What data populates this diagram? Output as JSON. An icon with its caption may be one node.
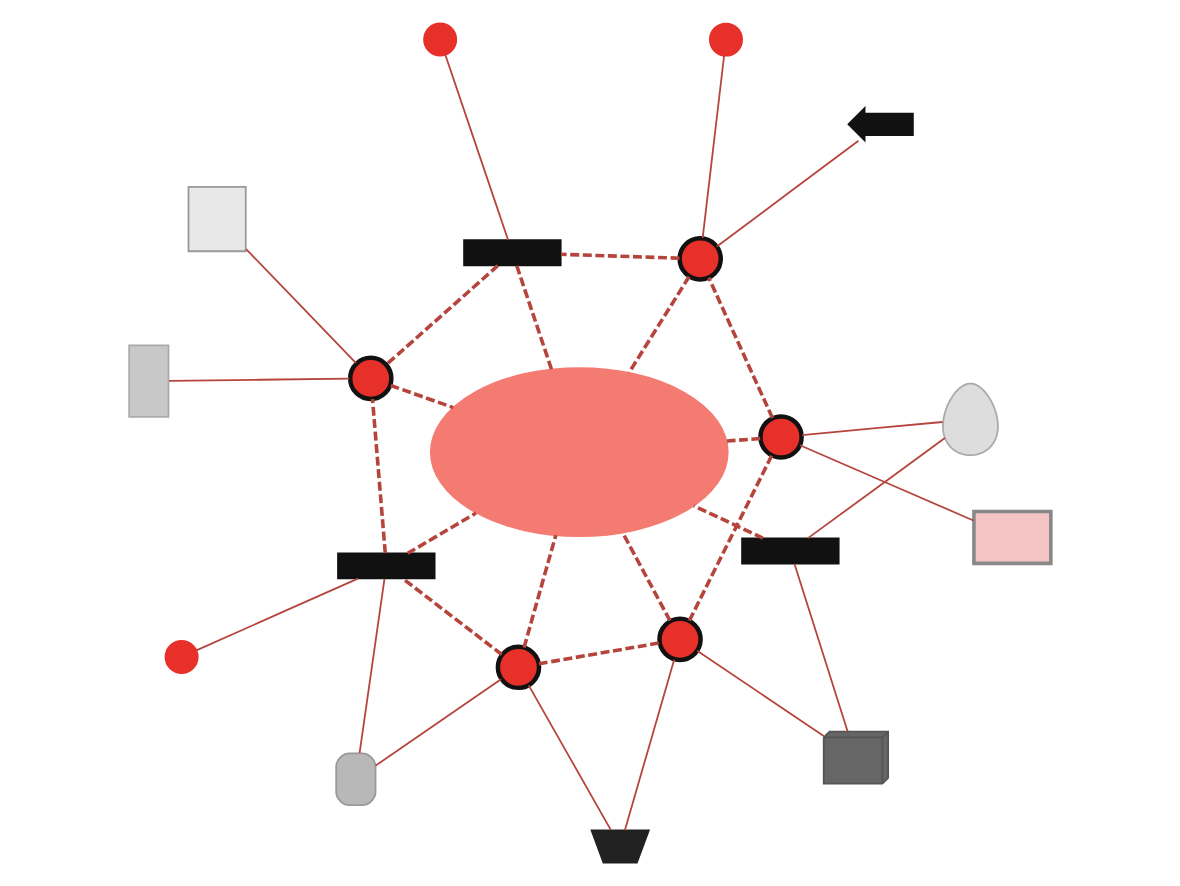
{
  "diagram": {
    "nodes": [
      {
        "text": [],
        "shape": "camera"
      },
      {
        "text": [],
        "shape": "thermostat"
      },
      {
        "text": [],
        "shape": "circle"
      },
      {
        "text": [],
        "shape": "radiator"
      },
      {
        "text": [],
        "shape": "circle"
      },
      {
        "text": [],
        "shape": "router"
      },
      {
        "text": [],
        "shape": "dot"
      },
      {
        "text": [],
        "shape": "cloud"
      },
      {
        "text": [],
        "shape": "router"
      },
      {
        "text": [],
        "shape": "bulb"
      },
      {
        "text": [],
        "shape": "fridge"
      },
      {
        "text": [],
        "shape": "circle"
      },
      {
        "text": [],
        "shape": "circle"
      },
      {
        "text": [],
        "shape": "router"
      },
      {
        "text": [],
        "shape": "washer"
      },
      {
        "text": [],
        "shape": "monitor"
      },
      {
        "text": [],
        "shape": "circle"
      },
      {
        "text": [],
        "shape": "dot"
      },
      {
        "text": [],
        "shape": "dot"
      },
      {
        "text": [],
        "shape": "key"
      }
    ],
    "edges": [
      {
        "from": 0,
        "to": 2,
        "arrow": "none"
      },
      {
        "from": 0,
        "to": 4,
        "arrow": "none"
      },
      {
        "from": 2,
        "to": 1,
        "arrow": "none"
      },
      {
        "from": 1,
        "to": 5,
        "arrow": "none"
      },
      {
        "from": 5,
        "to": 6,
        "arrow": "none"
      },
      {
        "from": 3,
        "to": 4,
        "arrow": "none"
      },
      {
        "from": 3,
        "to": 8,
        "arrow": "none"
      },
      {
        "from": 8,
        "to": 9,
        "arrow": "none"
      },
      {
        "from": 9,
        "to": 12,
        "arrow": "none"
      },
      {
        "from": 12,
        "to": 15,
        "arrow": "none"
      },
      {
        "from": 16,
        "to": 17,
        "arrow": "none"
      },
      {
        "from": 16,
        "to": 19,
        "arrow": "none"
      },
      {
        "from": 11,
        "to": 10,
        "arrow": "none"
      },
      {
        "from": 11,
        "to": 14,
        "arrow": "none"
      },
      {
        "from": 13,
        "to": 18,
        "arrow": "none"
      },
      {
        "from": 2,
        "to": 4,
        "arrow": "none",
        "style": "dashed"
      },
      {
        "from": 2,
        "to": 7,
        "arrow": "none",
        "style": "dashed"
      },
      {
        "from": 2,
        "to": 5,
        "arrow": "none",
        "style": "dashed"
      },
      {
        "from": 4,
        "to": 7,
        "arrow": "none",
        "style": "dashed"
      },
      {
        "from": 4,
        "to": 12,
        "arrow": "none",
        "style": "dashed"
      },
      {
        "from": 8,
        "to": 7,
        "arrow": "none",
        "style": "dashed"
      },
      {
        "from": 5,
        "to": 7,
        "arrow": "none",
        "style": "dashed"
      },
      {
        "from": 5,
        "to": 11,
        "arrow": "none",
        "style": "dashed"
      },
      {
        "from": 12,
        "to": 7,
        "arrow": "none",
        "style": "dashed"
      },
      {
        "from": 12,
        "to": 16,
        "arrow": "none",
        "style": "dashed"
      },
      {
        "from": 16,
        "to": 7,
        "arrow": "none",
        "style": "dashed"
      },
      {
        "from": 16,
        "to": 13,
        "arrow": "none",
        "style": "dashed"
      },
      {
        "from": 13,
        "to": 11,
        "arrow": "none",
        "style": "dashed"
      },
      {
        "from": 13,
        "to": 7,
        "arrow": "none",
        "style": "dashed"
      },
      {
        "from": 11,
        "to": 7,
        "arrow": "none",
        "style": "dashed"
      }
    ]
  }
}
